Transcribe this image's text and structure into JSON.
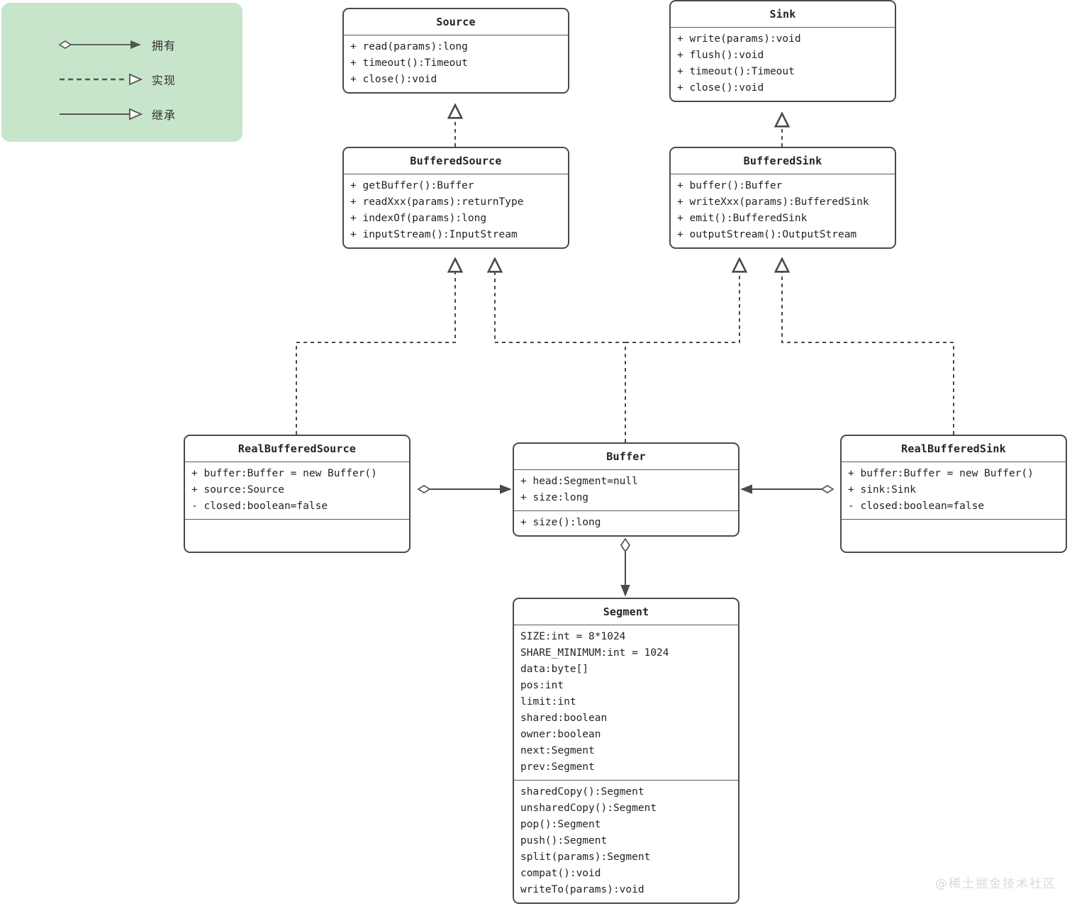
{
  "legend": {
    "background_color": "#c7e5cb",
    "items": [
      {
        "name": "aggregation",
        "label": "拥有",
        "line": "solid",
        "tail": "hollow-diamond",
        "head": "solid-arrow"
      },
      {
        "name": "realization",
        "label": "实现",
        "line": "dashed",
        "tail": "none",
        "head": "hollow-triangle"
      },
      {
        "name": "inheritance",
        "label": "继承",
        "line": "solid",
        "tail": "none",
        "head": "hollow-triangle"
      }
    ]
  },
  "stroke_color": "#4a4a4a",
  "text_color": "#232323",
  "classes": {
    "source": {
      "name": "Source",
      "attributes": [],
      "methods": [
        "+ read(params):long",
        "+ timeout():Timeout",
        "+ close():void"
      ]
    },
    "sink": {
      "name": "Sink",
      "attributes": [],
      "methods": [
        "+ write(params):void",
        "+ flush():void",
        "+ timeout():Timeout",
        "+ close():void"
      ]
    },
    "buffered_source": {
      "name": "BufferedSource",
      "attributes": [],
      "methods": [
        "+ getBuffer():Buffer",
        "+ readXxx(params):returnType",
        "+ indexOf(params):long",
        "+ inputStream():InputStream"
      ]
    },
    "buffered_sink": {
      "name": "BufferedSink",
      "attributes": [],
      "methods": [
        "+ buffer():Buffer",
        "+ writeXxx(params):BufferedSink",
        "+ emit():BufferedSink",
        "+ outputStream():OutputStream"
      ]
    },
    "real_buffered_source": {
      "name": "RealBufferedSource",
      "attributes": [
        "+ buffer:Buffer = new Buffer()",
        "+ source:Source",
        "- closed:boolean=false"
      ],
      "methods": []
    },
    "real_buffered_sink": {
      "name": "RealBufferedSink",
      "attributes": [
        "+ buffer:Buffer = new Buffer()",
        "+ sink:Sink",
        "- closed:boolean=false"
      ],
      "methods": []
    },
    "buffer": {
      "name": "Buffer",
      "attributes": [
        "+ head:Segment=null",
        "+ size:long"
      ],
      "methods": [
        "+ size():long"
      ]
    },
    "segment": {
      "name": "Segment",
      "attributes": [
        "SIZE:int = 8*1024",
        "SHARE_MINIMUM:int = 1024",
        "data:byte[]",
        "pos:int",
        "limit:int",
        "shared:boolean",
        "owner:boolean",
        "next:Segment",
        "prev:Segment"
      ],
      "methods": [
        "sharedCopy():Segment",
        "unsharedCopy():Segment",
        "pop():Segment",
        "push():Segment",
        "split(params):Segment",
        "compat():void",
        "writeTo(params):void"
      ]
    }
  },
  "relationships": [
    {
      "from": "BufferedSource",
      "to": "Source",
      "type": "realization"
    },
    {
      "from": "BufferedSink",
      "to": "Sink",
      "type": "realization"
    },
    {
      "from": "RealBufferedSource",
      "to": "BufferedSource",
      "type": "realization"
    },
    {
      "from": "Buffer",
      "to": "BufferedSource",
      "type": "realization"
    },
    {
      "from": "Buffer",
      "to": "BufferedSink",
      "type": "realization"
    },
    {
      "from": "RealBufferedSink",
      "to": "BufferedSink",
      "type": "realization"
    },
    {
      "from": "RealBufferedSource",
      "to": "Buffer",
      "type": "aggregation"
    },
    {
      "from": "RealBufferedSink",
      "to": "Buffer",
      "type": "aggregation"
    },
    {
      "from": "Buffer",
      "to": "Segment",
      "type": "aggregation"
    }
  ],
  "watermark": "@稀土掘金技术社区"
}
